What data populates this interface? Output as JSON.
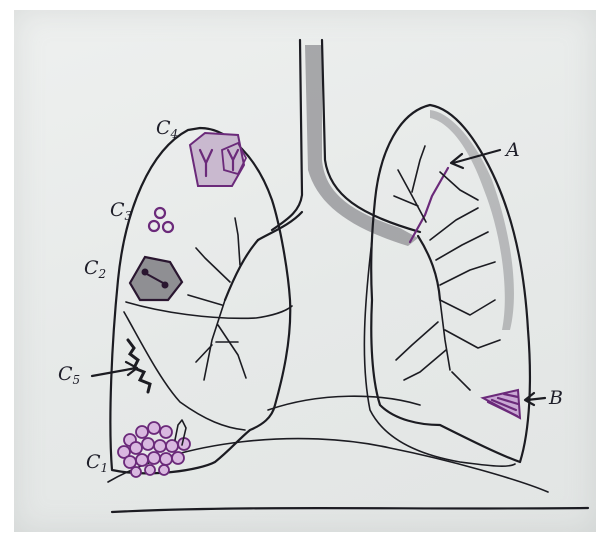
{
  "labels": {
    "A": "A",
    "B": "B",
    "C1": "C",
    "C1_sub": "1",
    "C2": "C",
    "C2_sub": "2",
    "C3": "C",
    "C3_sub": "3",
    "C4": "C",
    "C4_sub": "4",
    "C5": "C",
    "C5_sub": "5"
  },
  "colors": {
    "ink": "#1c1c22",
    "highlight": "#6b2a7a",
    "shading": "#8f8f93",
    "paper": "#e8ebea"
  }
}
